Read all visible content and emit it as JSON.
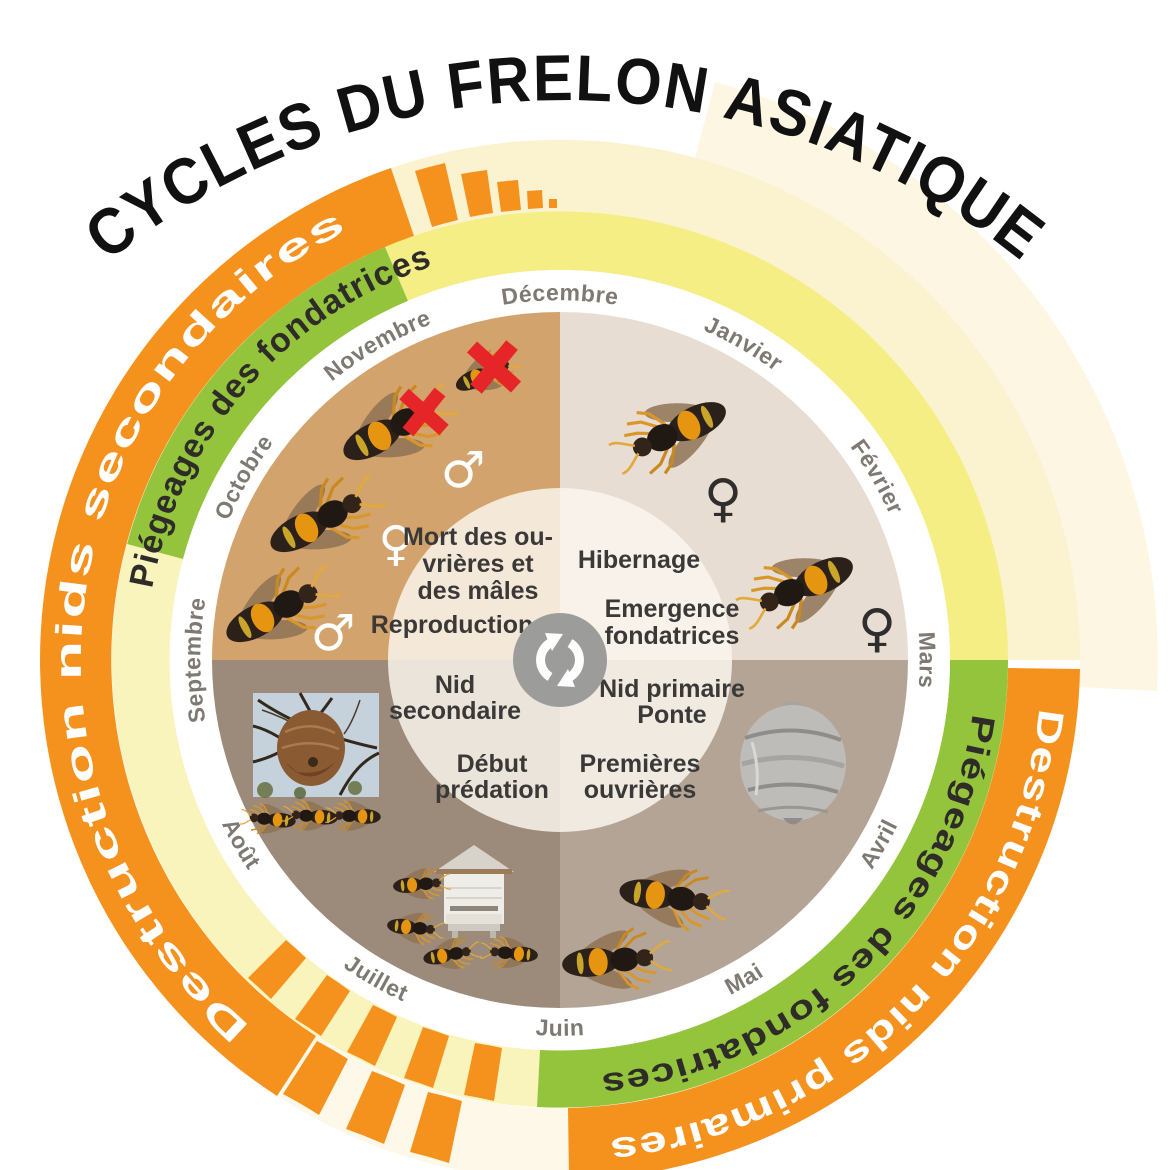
{
  "title": "CYCLES DU FRELON ASIATIQUE",
  "months": {
    "decembre": "Décembre",
    "janvier": "Janvier",
    "fevrier": "Février",
    "mars": "Mars",
    "avril": "Avril",
    "mai": "Mai",
    "juin": "Juin",
    "juillet": "Juillet",
    "aout": "Août",
    "septembre": "Septembre",
    "octobre": "Octobre",
    "novembre": "Novembre"
  },
  "arcs": {
    "left_orange": "Destruction nids secondaires",
    "right_orange": "Destruction nids primaires",
    "top_left_green": "Piégeages des fondatrices",
    "bottom_right_green": "Piégeages des fondatrices"
  },
  "center": {
    "mort": [
      "Mort des ou-",
      "vrières et",
      "des mâles"
    ],
    "reproduction": "Reproduction",
    "hibernage": "Hibernage",
    "emergence": [
      "Emergence",
      "fondatrices"
    ],
    "nid_secondaire": [
      "Nid",
      "secondaire"
    ],
    "debut_predation": [
      "Début",
      "prédation"
    ],
    "nid_primaire": [
      "Nid primaire",
      "Ponte"
    ],
    "premieres": [
      "Premières",
      "ouvrières"
    ]
  },
  "symbols": {
    "male": "♂",
    "female": "♀"
  },
  "icons": {
    "center": "cycle-arrows-icon",
    "marker": "red-cross-kill-marker"
  },
  "colors": {
    "orange": "#F5921E",
    "green": "#93C43C",
    "yellow_bright": "#F4EE85",
    "yellow_pale": "#F8F4BC",
    "cream": "#FBF2D0",
    "cream_outer": "#FCF6E3",
    "cream_bottom": "#FDF8E8",
    "quad_autumn": "#D2A36C",
    "quad_winter": "#E8DDD3",
    "quad_spring": "#B4A496",
    "quad_summer": "#9C8A7A",
    "inner_tl": "#F4E9D8",
    "inner_tr": "#F8F2EA",
    "inner_bl": "#EBE4DA",
    "inner_br": "#F0EAE1",
    "gray_center": "#9C9C9A",
    "text_dark": "#3A3938",
    "arc_text_dark": "#2E2B28",
    "month_text": "#7E7972",
    "red": "#E52528",
    "white": "#FFFFFF"
  }
}
